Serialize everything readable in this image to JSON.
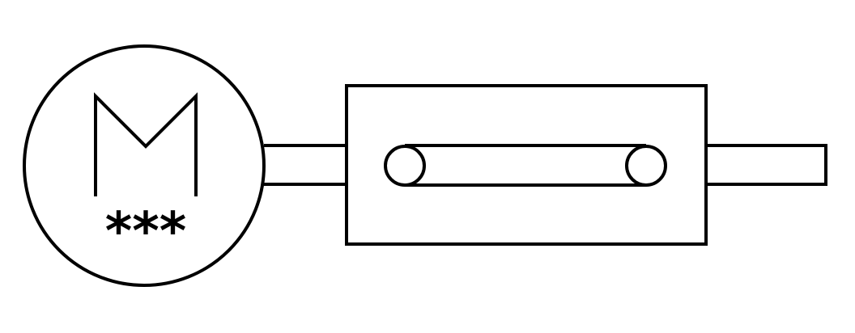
{
  "colors": {
    "line": "#000000",
    "fill": "#ffffff",
    "background": "#ffffff"
  },
  "motor": {
    "icon": "motor-m-letter-icon",
    "phase_label": "***"
  },
  "components": [
    "motor",
    "shaft-left",
    "gearbox-housing",
    "belt-drive",
    "shaft-right"
  ]
}
